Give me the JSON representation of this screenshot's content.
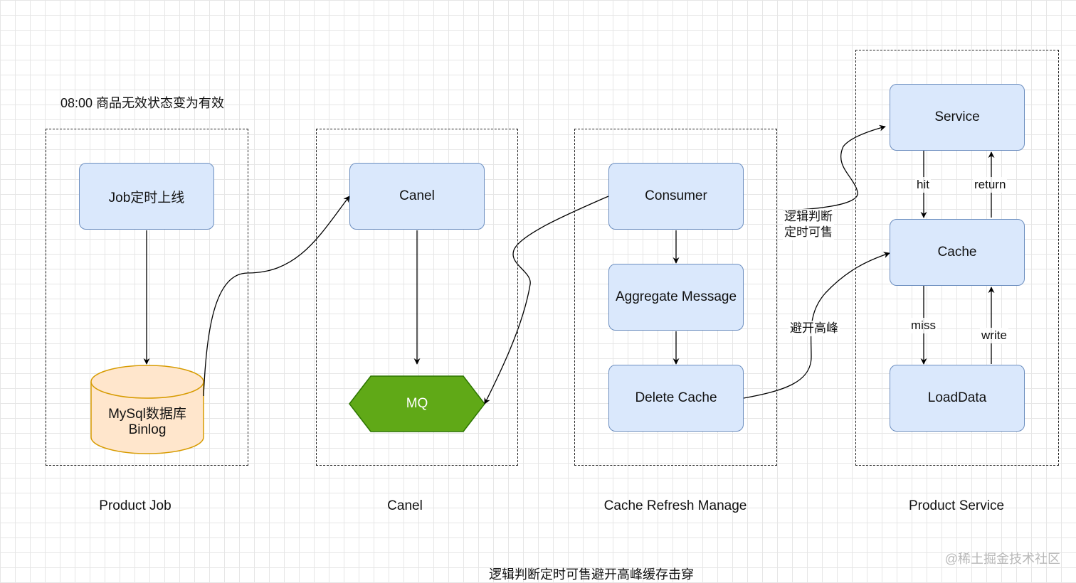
{
  "annotations": {
    "top_note": "08:00 商品无效状态变为有效",
    "caption": "逻辑判断定时可售避开高峰缓存击穿",
    "watermark": "@稀土掘金技术社区"
  },
  "groups": [
    {
      "title": "Product Job"
    },
    {
      "title": "Canel"
    },
    {
      "title": "Cache Refresh Manage"
    },
    {
      "title": "Product Service"
    }
  ],
  "nodes": {
    "job": "Job定时上线",
    "db": "MySql数据库\nBinlog",
    "canel": "Canel",
    "mq": "MQ",
    "consumer": "Consumer",
    "aggregate": "Aggregate Message",
    "delete_cache": "Delete Cache",
    "service": "Service",
    "cache": "Cache",
    "loaddata": "LoadData"
  },
  "edge_labels": {
    "logic_sell": "逻辑判断\n定时可售",
    "avoid_peak": "避开高峰",
    "hit": "hit",
    "return": "return",
    "miss": "miss",
    "write": "write"
  },
  "colors": {
    "node_fill": "#dae8fc",
    "node_stroke": "#6c8ebf",
    "db_fill": "#ffe6cc",
    "db_stroke": "#d79b00",
    "mq_fill": "#60a917",
    "mq_stroke": "#2d7600"
  }
}
